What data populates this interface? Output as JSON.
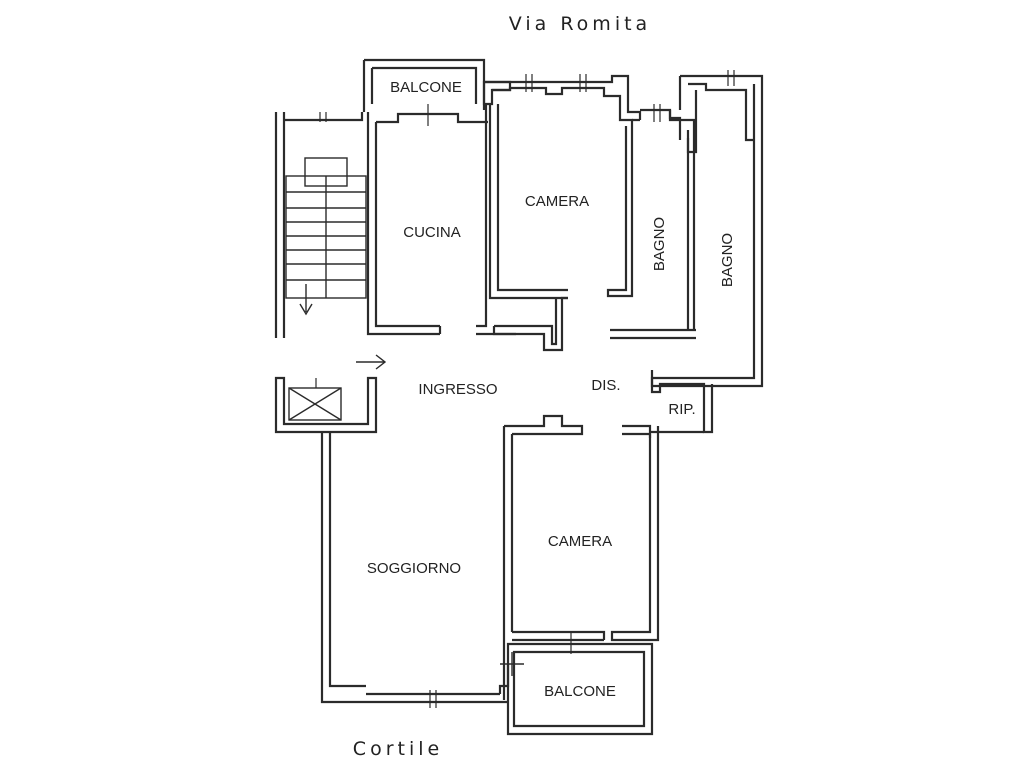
{
  "streets": {
    "north": "Via Romita",
    "south": "Cortile"
  },
  "rooms": {
    "balcone_top": "BALCONE",
    "cucina": "CUCINA",
    "camera_top": "CAMERA",
    "bagno_1": "BAGNO",
    "bagno_2": "BAGNO",
    "ingresso": "INGRESSO",
    "dis": "DIS.",
    "rip": "RIP.",
    "camera_bottom": "CAMERA",
    "soggiorno": "SOGGIORNO",
    "balcone_bottom": "BALCONE"
  }
}
